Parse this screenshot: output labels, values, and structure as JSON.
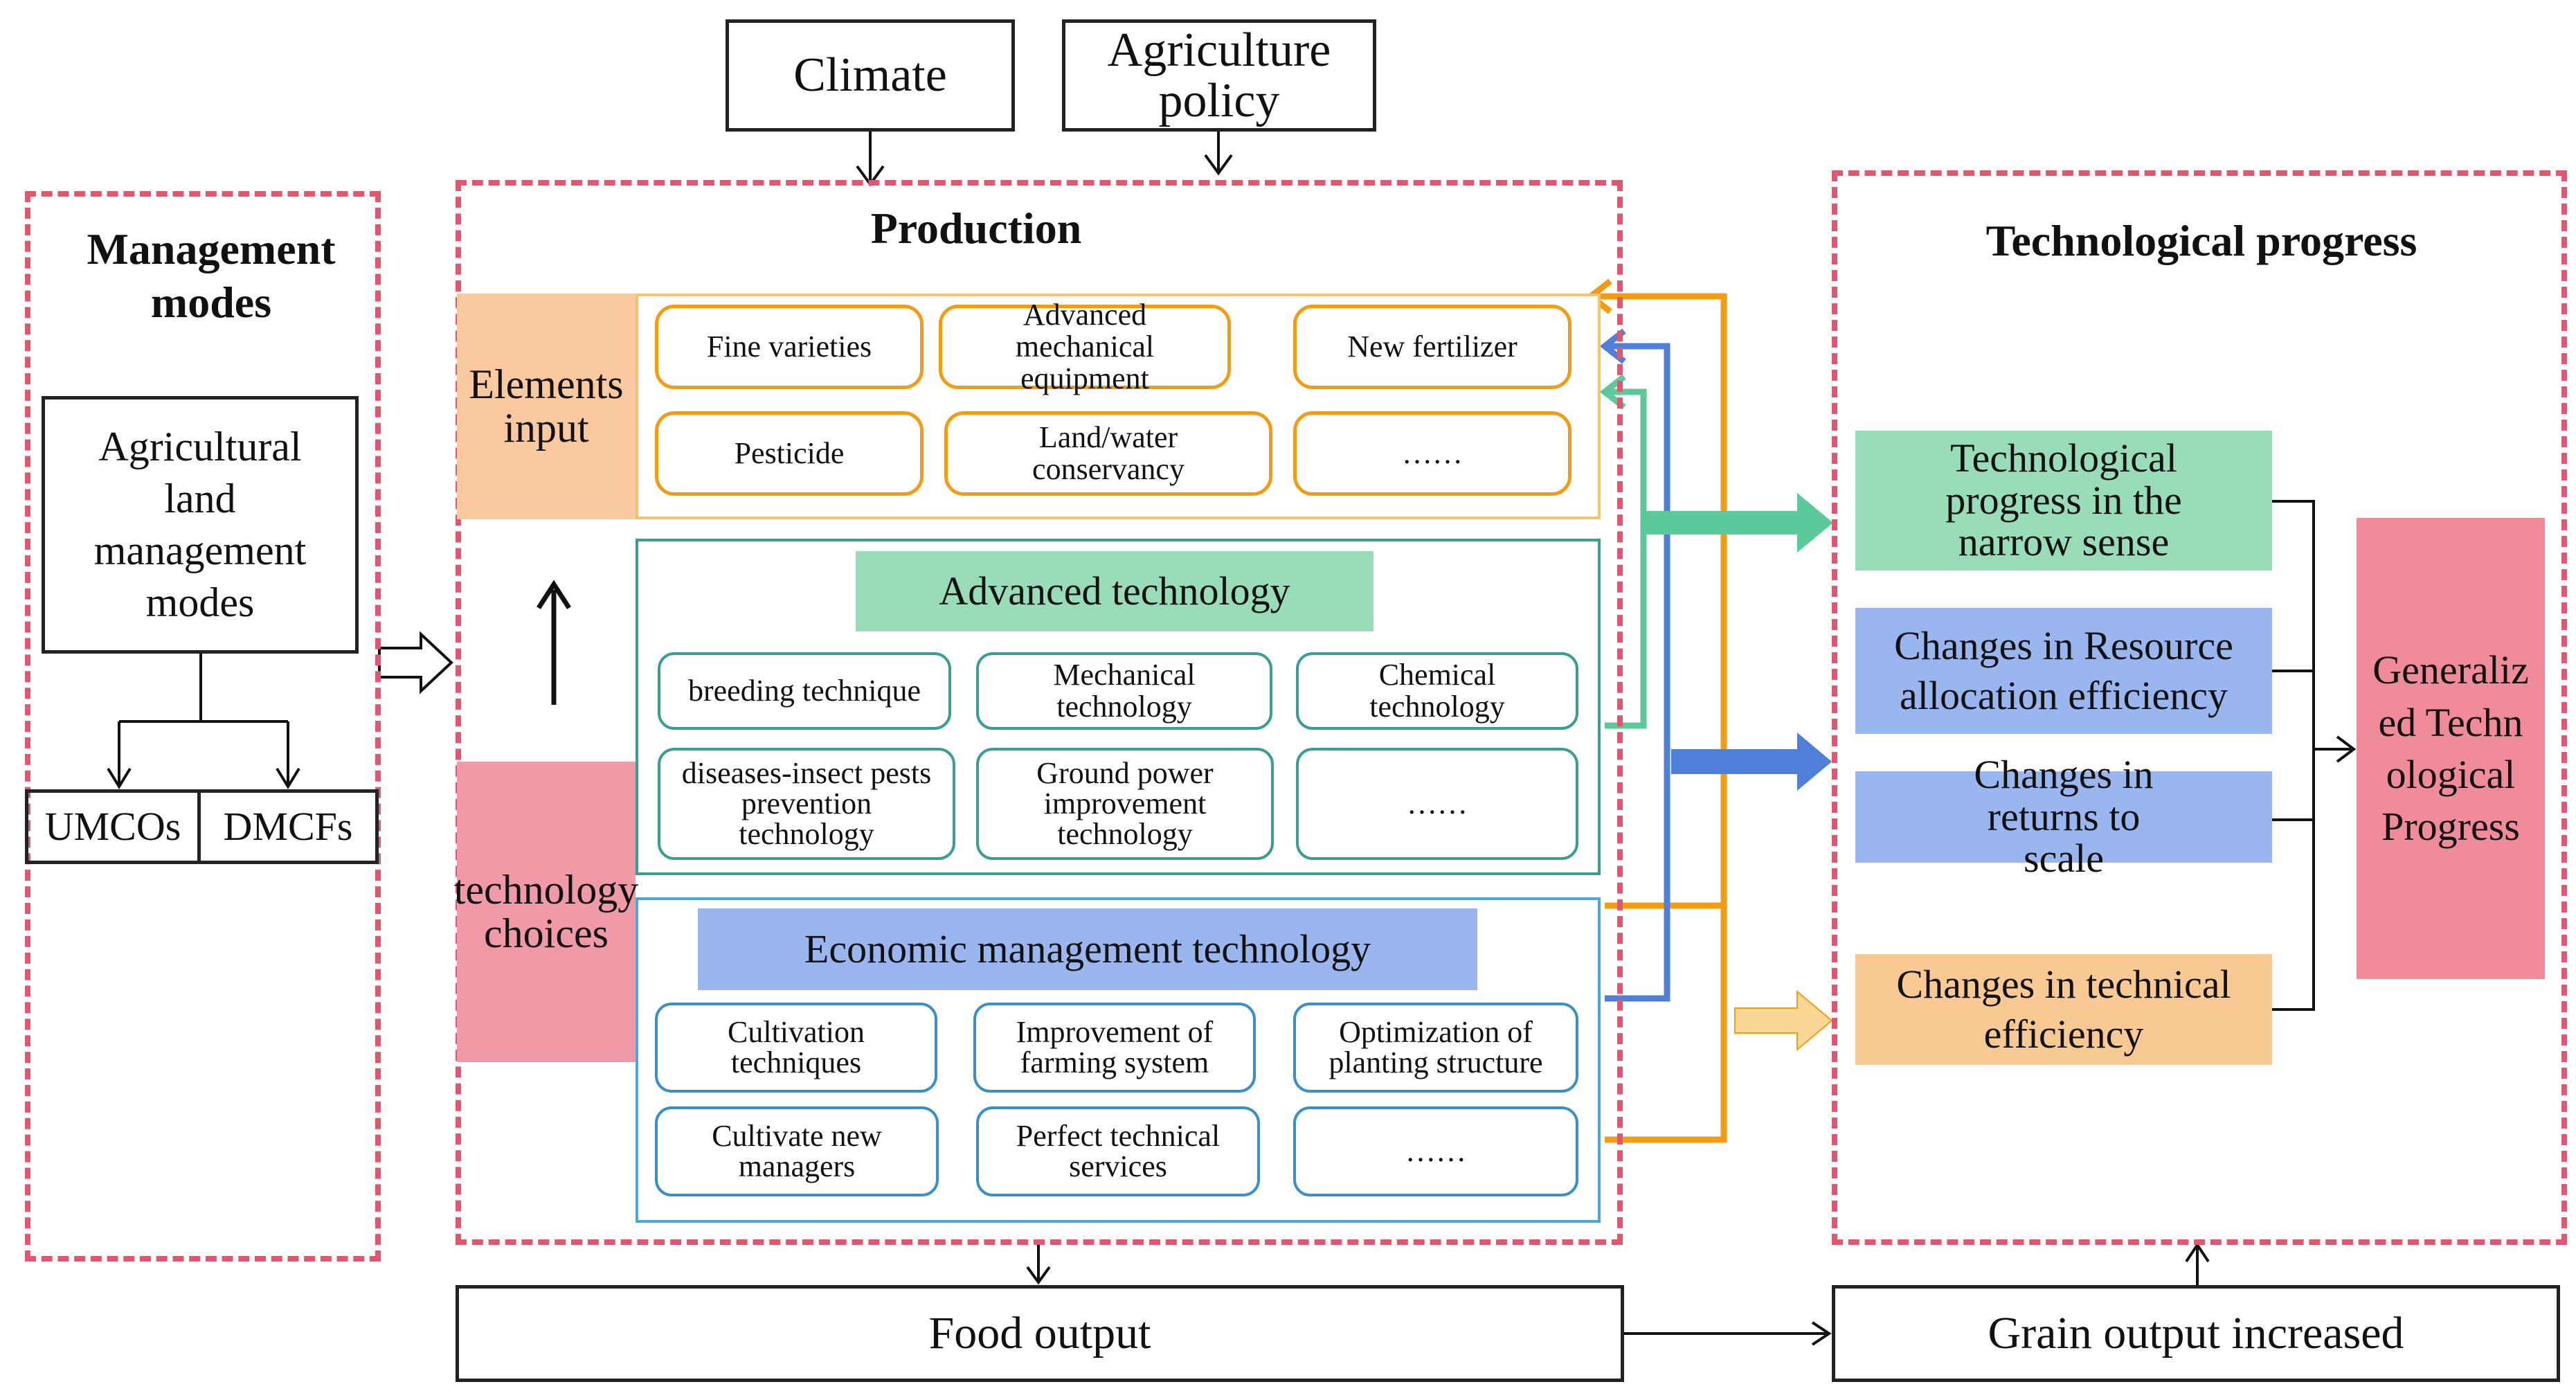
{
  "top": {
    "climate": "Climate",
    "policy": "Agriculture policy"
  },
  "management": {
    "title": "Management modes",
    "land_box": "Agricultural land management modes",
    "umco": "UMCOs",
    "dmcf": "DMCFs"
  },
  "production": {
    "title": "Production",
    "elements_label": "Elements input",
    "tech_choice_label": "technology choices",
    "elements": [
      "Fine varieties",
      "Advanced mechanical equipment",
      "New fertilizer",
      "Pesticide",
      "Land/water conservancy",
      "……"
    ],
    "advanced": {
      "title": "Advanced technology",
      "items": [
        "breeding technique",
        "Mechanical technology",
        "Chemical technology",
        "diseases-insect pests prevention technology",
        "Ground power improvement technology",
        "……"
      ]
    },
    "economic": {
      "title": "Economic management technology",
      "items": [
        "Cultivation techniques",
        "Improvement of farming system",
        "Optimization of planting structure",
        "Cultivate new managers",
        "Perfect technical services",
        "……"
      ]
    }
  },
  "tech_progress": {
    "title": "Technological progress",
    "narrow": "Technological progress in the narrow sense",
    "resource": "Changes in Resource allocation efficiency",
    "scale": "Changes in returns to scale",
    "efficiency": "Changes in technical efficiency",
    "generalized": "Generalized Technological Progress"
  },
  "bottom": {
    "food": "Food output",
    "grain": "Grain output increased"
  },
  "colors": {
    "dash": "#e0576f",
    "orange": "#f39c12",
    "orange_fill": "#fbd796",
    "green": "#5cc99a",
    "green_fill": "#98dcb8",
    "blue": "#4f7fd9",
    "blue_fill": "#9ab6ee",
    "pink": "#ef9aa6",
    "pink_strong": "#f08c99",
    "peach": "#f9c994"
  }
}
